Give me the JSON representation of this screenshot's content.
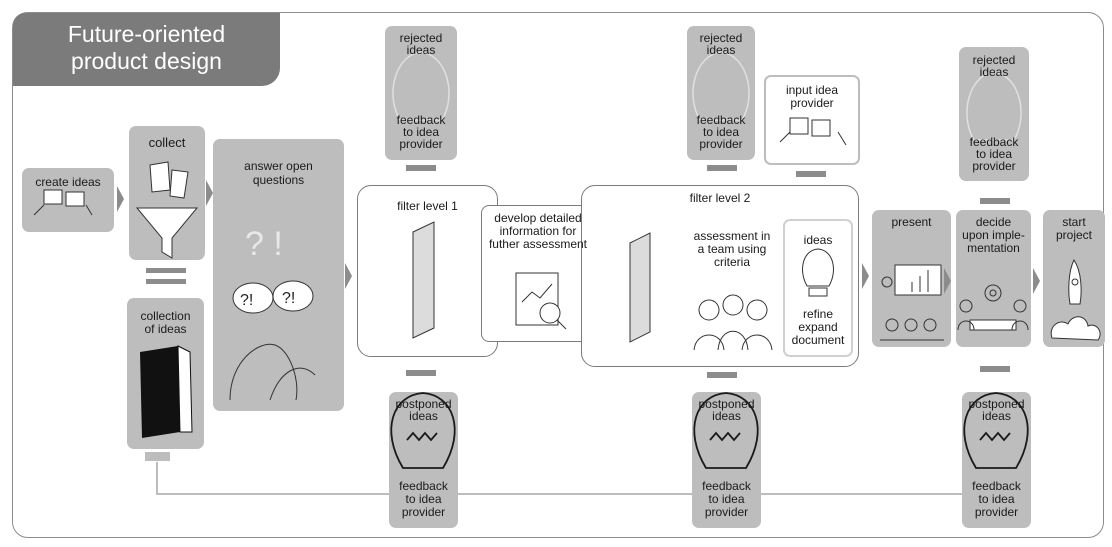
{
  "title": {
    "line1": "Future-oriented",
    "line2": "product design"
  },
  "steps": {
    "create": "create ideas",
    "collect": "collect",
    "collection": {
      "line1": "collection",
      "line2": "of ideas"
    },
    "answer": {
      "line1": "answer open",
      "line2": "questions"
    },
    "filter1": "filter level 1",
    "develop": {
      "line1": "develop detailed",
      "line2": "information for",
      "line3": "futher assessment"
    },
    "filter2": "filter level 2",
    "assessment": {
      "line1": "assessment in",
      "line2": "a team using",
      "line3": "criteria"
    },
    "ideas_tag": "ideas",
    "refine": {
      "line1": "refine",
      "line2": "expand",
      "line3": "document"
    },
    "input": {
      "line1": "input idea",
      "line2": "provider"
    },
    "present": "present",
    "decide": {
      "line1": "decide",
      "line2": "upon imple-",
      "line3": "mentation"
    },
    "start": {
      "line1": "start",
      "line2": "project"
    }
  },
  "outcomes": {
    "rejected": {
      "line1": "rejected",
      "line2": "ideas"
    },
    "postponed": {
      "line1": "postponed",
      "line2": "ideas"
    },
    "feedback": {
      "line1": "feedback",
      "line2": "to idea",
      "line3": "provider"
    }
  },
  "icons": [
    "hands-writing-icon",
    "funnel-icon",
    "binder-icon",
    "question-marks-icon",
    "people-talking-icon",
    "filter-wall-icon",
    "report-magnifier-icon",
    "team-icon",
    "lightbulb-icon",
    "presentation-icon",
    "meeting-gear-icon",
    "rocket-icon"
  ],
  "colors": {
    "box_light": "#bdbdbd",
    "box_dark": "#8f8f8f",
    "title": "#7b7b7b",
    "arrow": "#8c8c8c"
  }
}
